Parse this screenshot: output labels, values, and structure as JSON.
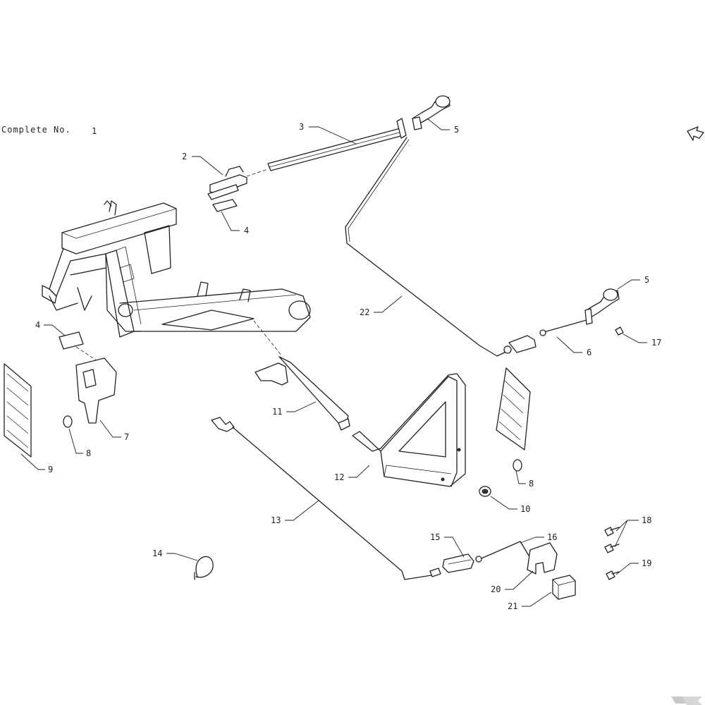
{
  "header": {
    "label": "Complete No.",
    "number": "1"
  },
  "nav": {
    "arrow_icon": "return-arrow-icon"
  },
  "branding": {
    "logo_icon": "kramp-k-logo-icon"
  },
  "callouts": [
    {
      "id": "c1",
      "text": "2"
    },
    {
      "id": "c2",
      "text": "3"
    },
    {
      "id": "c3",
      "text": "5"
    },
    {
      "id": "c4",
      "text": "4"
    },
    {
      "id": "c5",
      "text": "5"
    },
    {
      "id": "c6",
      "text": "22"
    },
    {
      "id": "c7",
      "text": "17"
    },
    {
      "id": "c8",
      "text": "6"
    },
    {
      "id": "c9",
      "text": "4"
    },
    {
      "id": "c10",
      "text": "7"
    },
    {
      "id": "c11",
      "text": "8"
    },
    {
      "id": "c12",
      "text": "9"
    },
    {
      "id": "c13",
      "text": "11"
    },
    {
      "id": "c14",
      "text": "12"
    },
    {
      "id": "c15",
      "text": "8"
    },
    {
      "id": "c16",
      "text": "10"
    },
    {
      "id": "c17",
      "text": "13"
    },
    {
      "id": "c18",
      "text": "18"
    },
    {
      "id": "c19",
      "text": "19"
    },
    {
      "id": "c20",
      "text": "15"
    },
    {
      "id": "c21",
      "text": "16"
    },
    {
      "id": "c22",
      "text": "14"
    },
    {
      "id": "c23",
      "text": "20"
    },
    {
      "id": "c24",
      "text": "21"
    }
  ]
}
